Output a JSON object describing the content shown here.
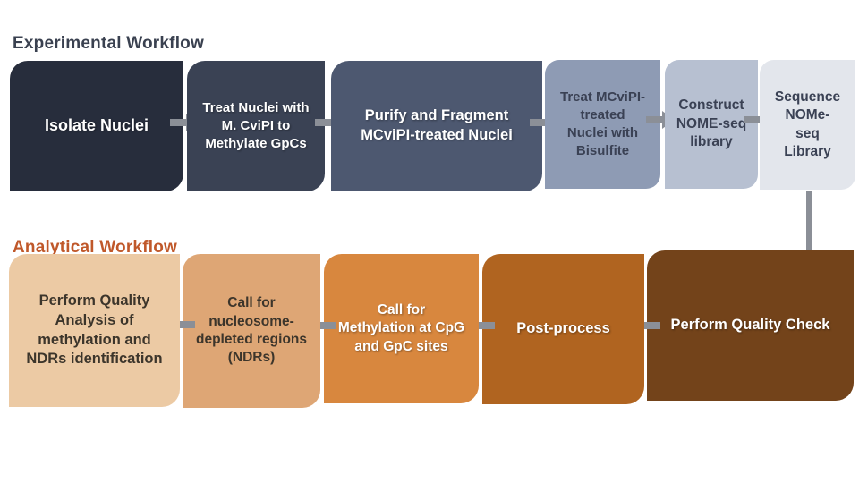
{
  "diagram": {
    "background": "#ffffff",
    "arrow_color": "#8b8f97"
  },
  "experimental": {
    "title": "Experimental Workflow",
    "title_color": "#3a4150",
    "direction": "left-to-right",
    "steps": [
      {
        "label": "Isolate Nuclei",
        "bg": "#272d3c",
        "text_color": "#ffffff"
      },
      {
        "label": "Treat Nuclei with\nM. CviPI to\nMethylate GpCs",
        "bg": "#3a4254",
        "text_color": "#ffffff"
      },
      {
        "label": "Purify and Fragment\nMCviPI-treated Nuclei",
        "bg": "#4d5870",
        "text_color": "#ffffff"
      },
      {
        "label": "Treat MCviPI-\ntreated\nNuclei with\nBisulfite",
        "bg": "#8e9bb4",
        "text_color": "#3a4154"
      },
      {
        "label": "Construct\nNOME-seq\nlibrary",
        "bg": "#b7c0d1",
        "text_color": "#3a4154"
      },
      {
        "label": "Sequence\nNOMe-\nseq\nLibrary",
        "bg": "#e3e6ec",
        "text_color": "#3a4154"
      }
    ]
  },
  "analytical": {
    "title": "Analytical Workflow",
    "title_color": "#c0582a",
    "direction": "right-to-left",
    "steps": [
      {
        "label": "Perform Quality Check",
        "bg": "#73431a",
        "text_color": "#ffffff"
      },
      {
        "label": "Post-process",
        "bg": "#b06420",
        "text_color": "#ffffff"
      },
      {
        "label": "Call for\nMethylation at CpG\nand GpC sites",
        "bg": "#d8873e",
        "text_color": "#ffffff"
      },
      {
        "label": "Call for\nnucleosome-\ndepleted regions\n(NDRs)",
        "bg": "#dea675",
        "text_color": "#3c352b"
      },
      {
        "label": "Perform Quality\nAnalysis of\nmethylation and\nNDRs identification",
        "bg": "#eccaa4",
        "text_color": "#3c352b"
      }
    ]
  }
}
